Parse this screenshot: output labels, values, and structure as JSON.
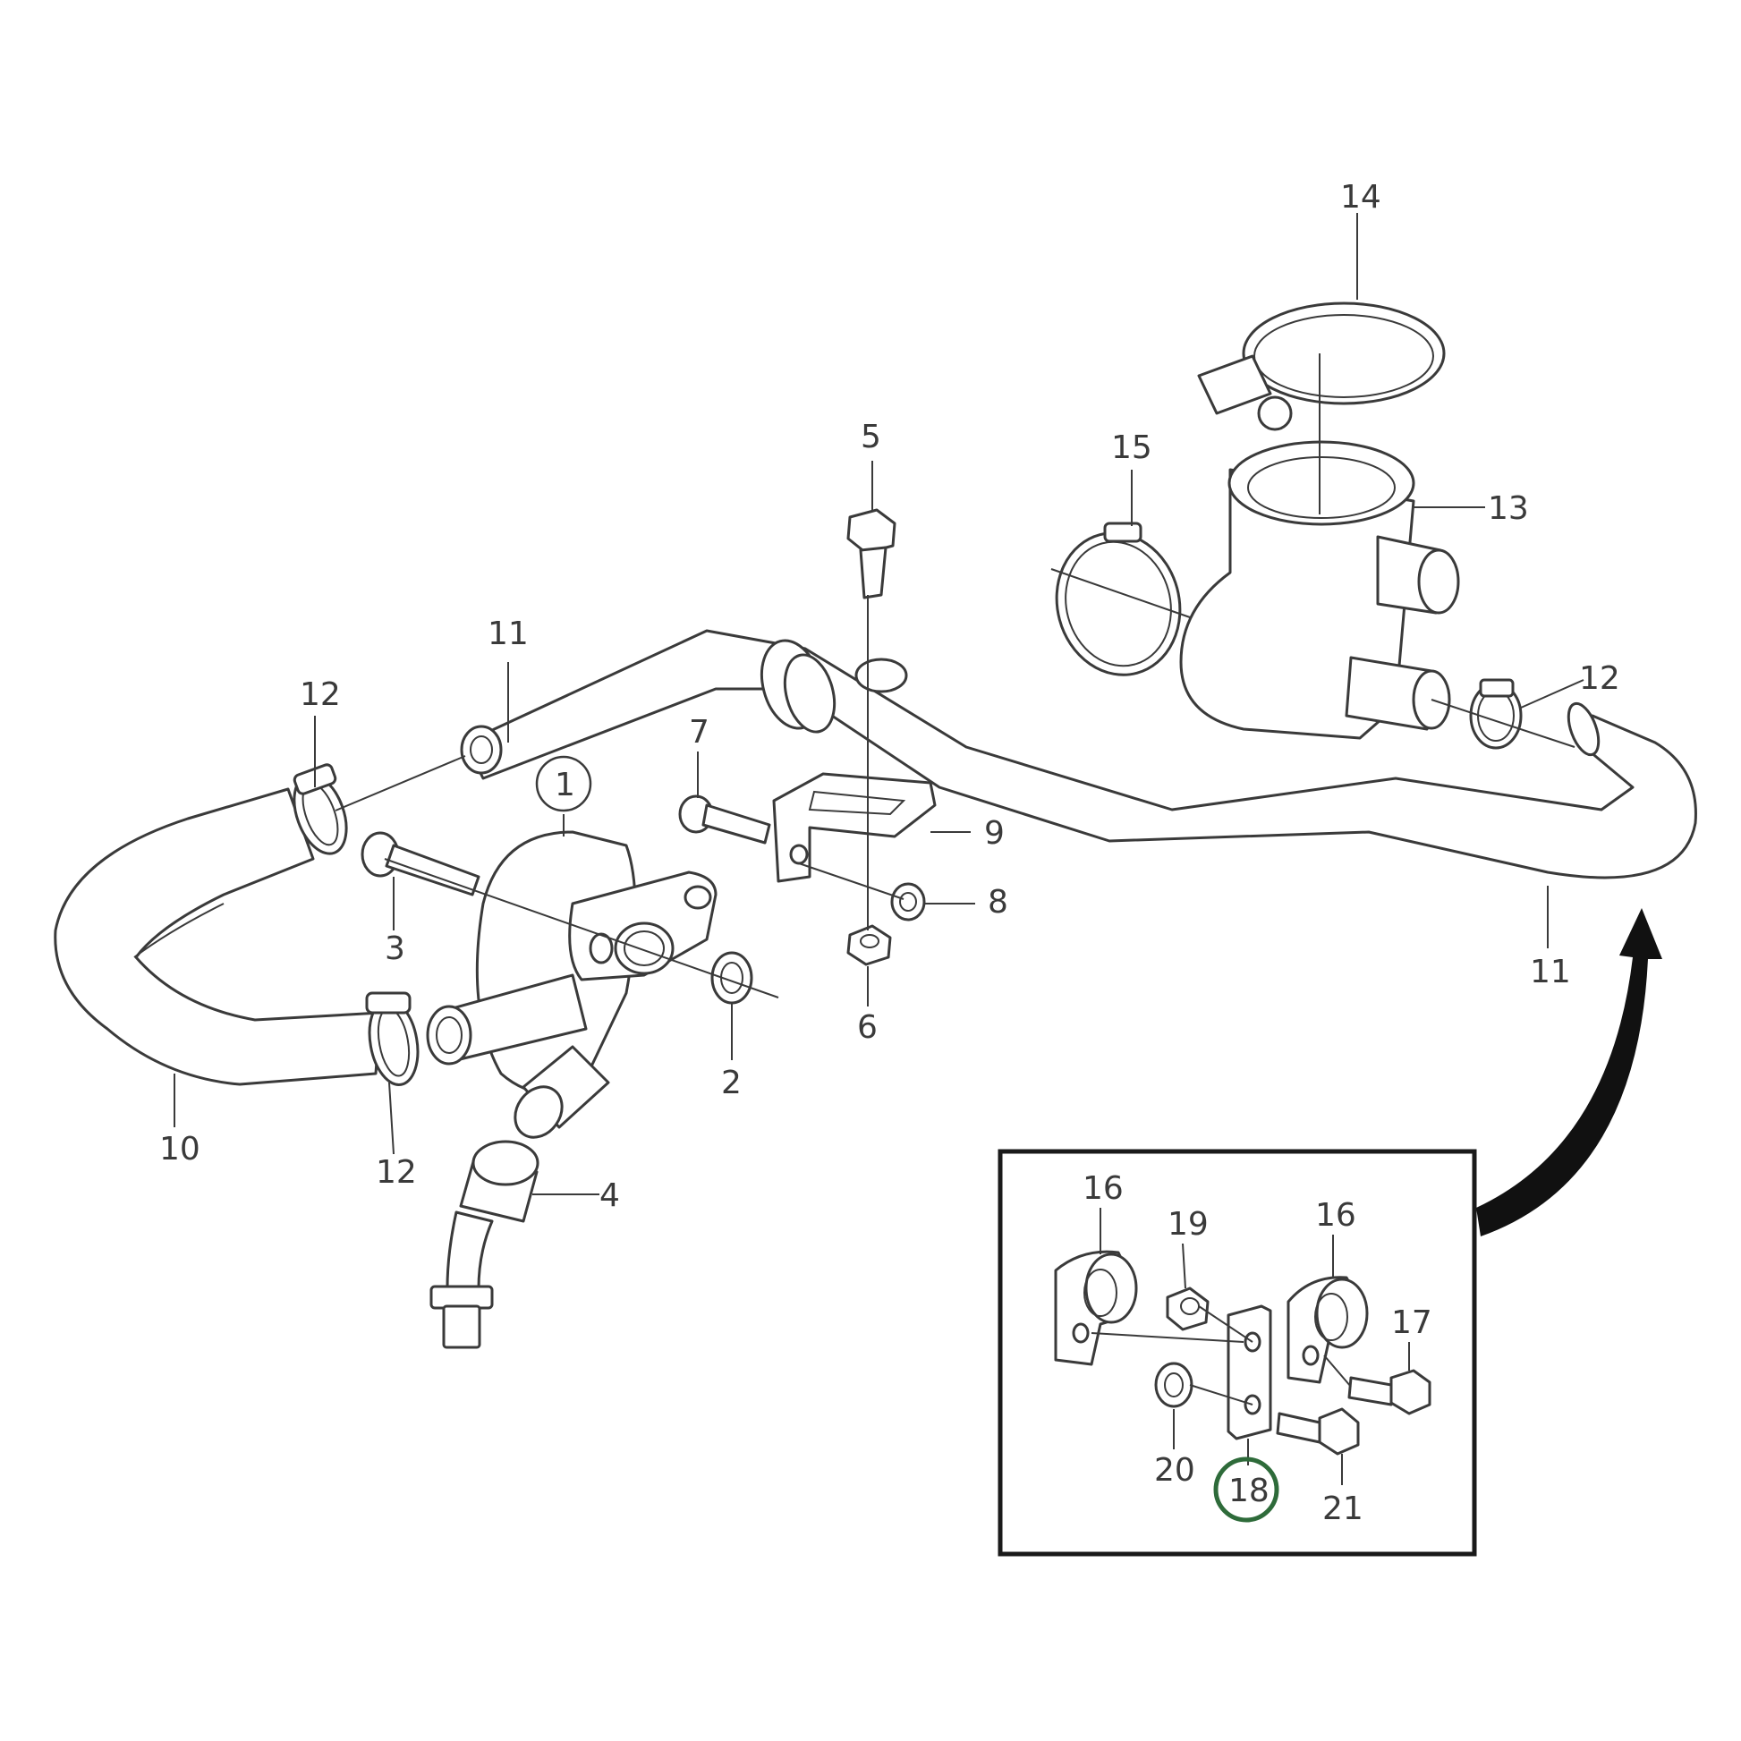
{
  "labels": {
    "l1": "1",
    "l2": "2",
    "l3": "3",
    "l4": "4",
    "l5": "5",
    "l6": "6",
    "l7": "7",
    "l8": "8",
    "l9": "9",
    "l10": "10",
    "l11a": "11",
    "l11b": "11",
    "l12a": "12",
    "l12b": "12",
    "l12c": "12",
    "l13": "13",
    "l14": "14",
    "l15": "15",
    "l16a": "16",
    "l16b": "16",
    "l17": "17",
    "l18": "18",
    "l19": "19",
    "l20": "20",
    "l21": "21"
  },
  "colors": {
    "line": "#3a3a3a",
    "highlight": "#2e6b3a",
    "frame": "#1a1a1a"
  }
}
